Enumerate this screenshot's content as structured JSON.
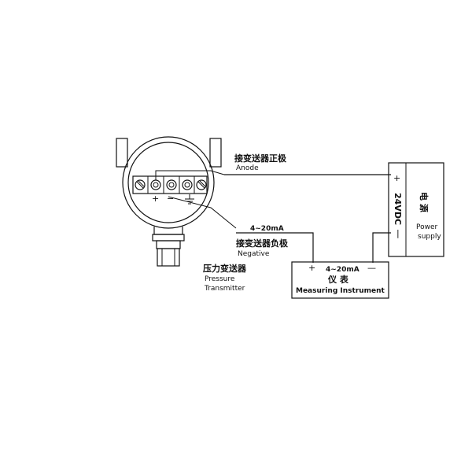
{
  "transmitter": {
    "anode_cn": "接变送器正极",
    "anode_en": "Anode",
    "negative_cn": "接变送器负极",
    "negative_en": "Negative",
    "name_cn": "压力变送器",
    "name_en_line1": "Pressure",
    "name_en_line2": "Transmitter",
    "plus_symbol": "+",
    "minus_symbol": "−"
  },
  "wiring": {
    "loop_signal": "4~20mA"
  },
  "power_supply": {
    "name_cn": "电 源",
    "name_en_line1": "Power",
    "name_en_line2": "supply",
    "voltage": "24VDC",
    "plus_symbol": "+",
    "minus_symbol": "|"
  },
  "instrument": {
    "signal": "4~20mA",
    "name_cn": "仪 表",
    "name_en": "Measuring Instrument",
    "plus_symbol": "+",
    "minus_symbol": "—"
  },
  "icons": [
    "terminal-screw-icon",
    "ground-icon"
  ]
}
